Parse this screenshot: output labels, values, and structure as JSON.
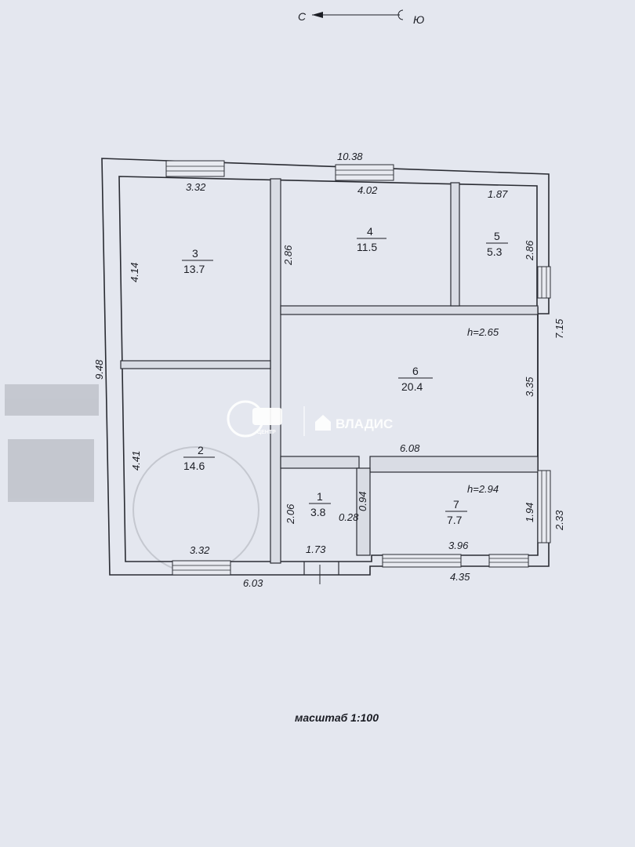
{
  "compass": {
    "north": "С",
    "south": "Ю"
  },
  "overall": {
    "width_top": "10.38",
    "height_left": "9.48",
    "height_right": "7.15",
    "right_lower": "2.33",
    "bottom_left": "6.03",
    "bottom_right": "4.35"
  },
  "rooms": [
    {
      "no": "1",
      "area": "3.8"
    },
    {
      "no": "2",
      "area": "14.6"
    },
    {
      "no": "3",
      "area": "13.7"
    },
    {
      "no": "4",
      "area": "11.5"
    },
    {
      "no": "5",
      "area": "5.3"
    },
    {
      "no": "6",
      "area": "20.4"
    },
    {
      "no": "7",
      "area": "7.7"
    }
  ],
  "dims": {
    "r3_top": "3.32",
    "r3_left": "4.14",
    "r4_top": "4.02",
    "r4_left": "2.86",
    "r5_top": "1.87",
    "r5_right": "2.86",
    "r6_right": "3.35",
    "r6_bottom": "6.08",
    "r2_left": "4.41",
    "r2_bottom": "3.32",
    "r1_left": "2.06",
    "r1_right_a": "0.94",
    "r1_right_b": "0.28",
    "r1_bottom": "1.73",
    "r7_right": "1.94",
    "r7_bottom": "3.96"
  },
  "heights": {
    "h6": "h=2.65",
    "h7": "h=2.94"
  },
  "scale": "масштаб 1:100",
  "watermark": {
    "brand": "ВЛАДИС",
    "logo_sub": "ЦЕНТР"
  }
}
